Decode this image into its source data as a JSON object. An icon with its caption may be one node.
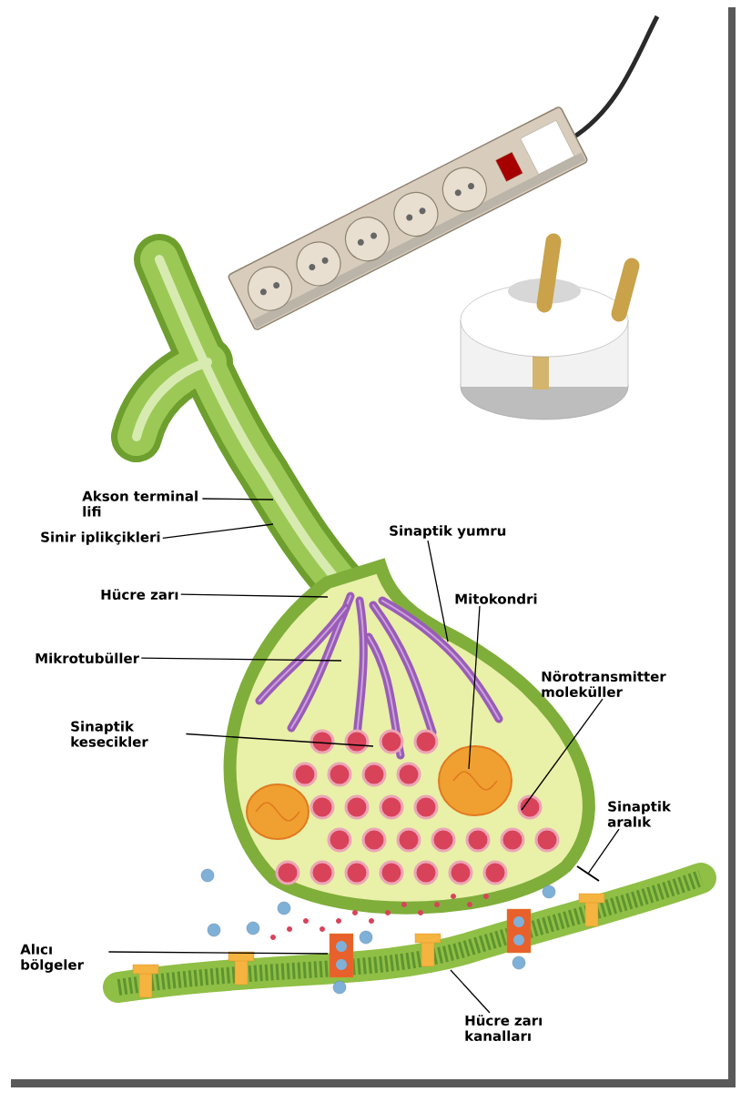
{
  "diagram": {
    "nodes": [
      {
        "text": [
          "Akson terminal lifi"
        ]
      },
      {
        "text": [
          "Sinir iplikçikleri"
        ]
      },
      {
        "text": [
          "Hücre zarı"
        ]
      },
      {
        "text": [
          "Mikrotubüller"
        ]
      },
      {
        "text": [
          "Sinaptik kesecikler"
        ]
      },
      {
        "text": [
          "Sinaptik yumru"
        ]
      },
      {
        "text": [
          "Mitokondri"
        ]
      },
      {
        "text": [
          "Nörotransmitter moleküller"
        ]
      },
      {
        "text": [
          "Sinaptik aralık"
        ]
      },
      {
        "text": [
          "Alıcı bölgeler"
        ]
      },
      {
        "text": [
          "Hücre zarı kanalları"
        ]
      }
    ],
    "edges": [
      {
        "from": 0,
        "to": null,
        "arrow": "none"
      },
      {
        "from": 1,
        "to": null,
        "arrow": "none"
      },
      {
        "from": 2,
        "to": null,
        "arrow": "none"
      },
      {
        "from": 3,
        "to": null,
        "arrow": "none"
      },
      {
        "from": 4,
        "to": null,
        "arrow": "none"
      },
      {
        "from": 5,
        "to": null,
        "arrow": "none"
      },
      {
        "from": 6,
        "to": null,
        "arrow": "none"
      },
      {
        "from": 7,
        "to": null,
        "arrow": "none"
      },
      {
        "from": 8,
        "to": null,
        "arrow": "none"
      },
      {
        "from": 9,
        "to": null,
        "arrow": "none"
      },
      {
        "from": 10,
        "to": null,
        "arrow": "none"
      }
    ]
  }
}
